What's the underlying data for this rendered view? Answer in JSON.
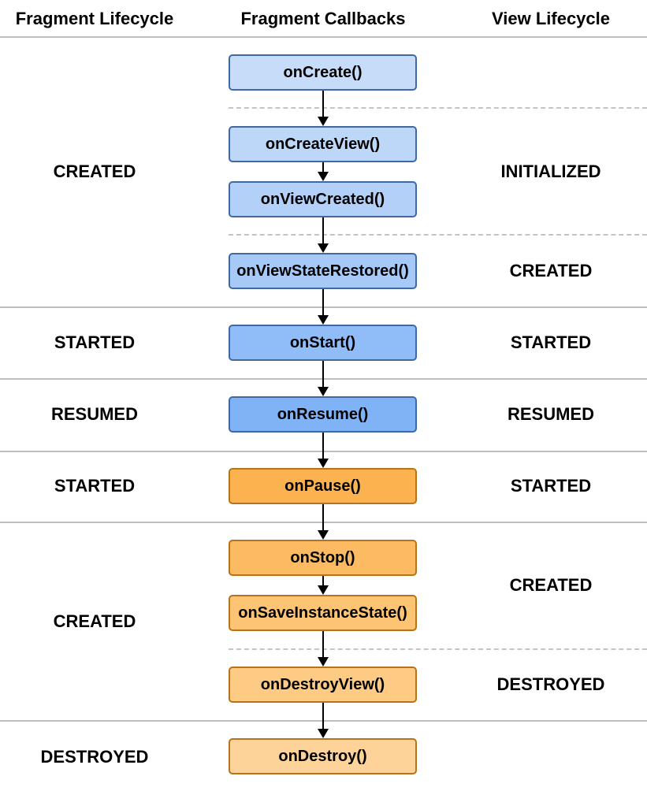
{
  "headers": {
    "fragment_lifecycle": "Fragment Lifecycle",
    "fragment_callbacks": "Fragment Callbacks",
    "view_lifecycle": "View Lifecycle"
  },
  "callbacks": [
    {
      "label": "onCreate()",
      "color": "#c6dcf8"
    },
    {
      "label": "onCreateView()",
      "color": "#bcd7f8"
    },
    {
      "label": "onViewCreated()",
      "color": "#b2d0f8"
    },
    {
      "label": "onViewStateRestored()",
      "color": "#a6c9f8"
    },
    {
      "label": "onStart()",
      "color": "#90bdf8"
    },
    {
      "label": "onResume()",
      "color": "#80b2f6"
    },
    {
      "label": "onPause()",
      "color": "#fbb24f"
    },
    {
      "label": "onStop()",
      "color": "#fcbb62"
    },
    {
      "label": "onSaveInstanceState()",
      "color": "#fdc473"
    },
    {
      "label": "onDestroyView()",
      "color": "#fdcb84"
    },
    {
      "label": "onDestroy()",
      "color": "#fed39a"
    }
  ],
  "fragment_states": [
    "CREATED",
    "STARTED",
    "RESUMED",
    "STARTED",
    "CREATED",
    "DESTROYED"
  ],
  "view_states": [
    "INITIALIZED",
    "CREATED",
    "STARTED",
    "RESUMED",
    "STARTED",
    "CREATED",
    "DESTROYED"
  ]
}
